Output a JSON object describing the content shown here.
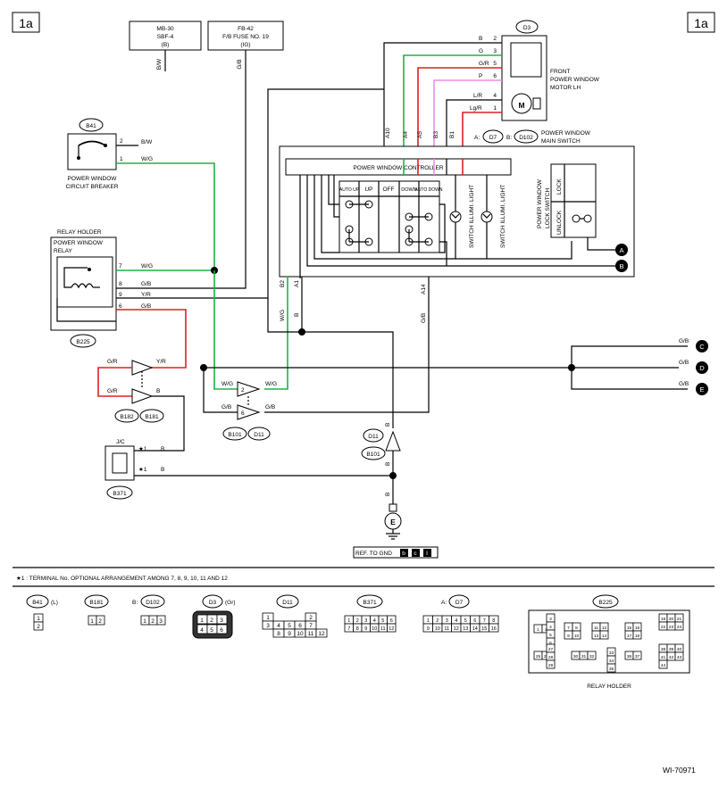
{
  "page_labels": {
    "corner_left": "1a",
    "corner_right": "1a",
    "figure_id": "WI-70971"
  },
  "fuses": {
    "mb30": {
      "line1": "MB-30",
      "line2": "SBF-4",
      "line3": "(B)",
      "wire": "B/W"
    },
    "fb42": {
      "line1": "FB-42",
      "line2": "F/B FUSE NO. 19",
      "line3": "(IG)",
      "wire": "G/B"
    }
  },
  "connectors": {
    "b41": "B41",
    "d3": "D3",
    "b225": "B225",
    "b182": "B182",
    "b181": "B181",
    "b101": "B101",
    "d11": "D11",
    "b371": "B371",
    "d7": "D7",
    "d102": "D102",
    "d7_prefix": "A:",
    "d102_prefix": "B:"
  },
  "components": {
    "circuit_breaker": {
      "line1": "POWER WINDOW",
      "line2": "CIRCUIT BREAKER"
    },
    "relay_holder": "RELAY HOLDER",
    "relay": {
      "line1": "POWER WINDOW",
      "line2": "RELAY"
    },
    "motor": {
      "line1": "FRONT",
      "line2": "POWER WINDOW",
      "line3": "MOTOR LH",
      "symbol": "M"
    },
    "main_switch": {
      "line1": "POWER WINDOW",
      "line2": "MAIN SWITCH"
    },
    "controller": "POWER WINDOW CONTROLLER",
    "switch_positions": [
      "AUTO UP",
      "UP",
      "OFF",
      "DOWN",
      "AUTO DOWN"
    ],
    "illum_light": "SWITCH ILLUMI. LIGHT",
    "lock_switch": {
      "line1": "POWER WINDOW",
      "line2": "LOCK SWITCH",
      "lock": "LOCK",
      "unlock": "UNLOCK"
    },
    "jc": "J/C",
    "ground": "E"
  },
  "wires": {
    "b41_pins": [
      {
        "pin": "2",
        "color": "B/W"
      },
      {
        "pin": "1",
        "color": "W/G"
      }
    ],
    "relay_pins": [
      {
        "pin": "7",
        "color": "W/G"
      },
      {
        "pin": "8",
        "color": "G/B"
      },
      {
        "pin": "9",
        "color": "Y/R"
      },
      {
        "pin": "6",
        "color": "G/B"
      }
    ],
    "motor_pins": [
      {
        "pin": "2",
        "color": "B"
      },
      {
        "pin": "3",
        "color": "G"
      },
      {
        "pin": "5",
        "color": "G/R"
      },
      {
        "pin": "6",
        "color": "P"
      },
      {
        "pin": "4",
        "color": "L/R"
      },
      {
        "pin": "1",
        "color": "Lg/R"
      }
    ],
    "switch_top_pins": [
      "A10",
      "A4",
      "A5",
      "B3",
      "B1"
    ],
    "switch_bottom_pins": [
      "B2",
      "A1",
      "A14"
    ],
    "vert_colors": {
      "wg": "W/G",
      "b": "B",
      "gb": "G/B"
    },
    "b182": {
      "gr1": "G/R",
      "yr": "Y/R",
      "gr2": "G/R",
      "b": "B"
    },
    "b101": {
      "wg_in": "W/G",
      "wg_out": "W/G",
      "gb_in": "G/B",
      "gb_out": "G/B",
      "pin2": "2",
      "pin6": "6"
    },
    "jc_pins": [
      {
        "mark": "★1",
        "color": "B"
      },
      {
        "mark": "★1",
        "color": "B"
      }
    ],
    "ground_colors": [
      "B",
      "B",
      "B"
    ],
    "out_colors": [
      "G/B",
      "G/B",
      "G/B"
    ]
  },
  "markers": [
    "A",
    "B",
    "C",
    "D",
    "E"
  ],
  "ref_gnd": {
    "label": "REF. TO GND",
    "boxes": [
      "b",
      "c",
      "I"
    ]
  },
  "footnote": "★1 : TERMINAL No. OPTIONAL ARRANGEMENT AMONG 7, 8, 9, 10, 11 AND 12",
  "connector_views": {
    "b41": {
      "label": "B41",
      "suffix": "(L)",
      "pins": [
        "1",
        "2"
      ]
    },
    "b181": {
      "label": "B181",
      "pins": [
        "1",
        "2"
      ]
    },
    "d102": {
      "label": "D102",
      "prefix": "B:",
      "pins": [
        "1",
        "2",
        "3"
      ]
    },
    "d3": {
      "label": "D3",
      "suffix": "(Gr)",
      "pins": [
        "1",
        "2",
        "3",
        "4",
        "5",
        "6"
      ]
    },
    "d11": {
      "label": "D11",
      "pins": [
        "1",
        "2",
        "3",
        "4",
        "5",
        "6",
        "7",
        "8",
        "9",
        "10",
        "11",
        "12"
      ]
    },
    "b371": {
      "label": "B371",
      "pins": [
        "1",
        "2",
        "3",
        "4",
        "5",
        "6",
        "7",
        "8",
        "9",
        "10",
        "11",
        "12"
      ]
    },
    "d7": {
      "label": "D7",
      "prefix": "A:",
      "pins": [
        "1",
        "2",
        "3",
        "4",
        "5",
        "6",
        "7",
        "8",
        "9",
        "10",
        "11",
        "12",
        "13",
        "14",
        "15",
        "16"
      ]
    },
    "b225": {
      "label": "B225",
      "footer": "RELAY HOLDER",
      "pins": [
        "1",
        "2",
        "3",
        "4",
        "5",
        "6",
        "7",
        "8",
        "9",
        "10",
        "11",
        "12",
        "13",
        "14",
        "15",
        "16",
        "17",
        "18",
        "19",
        "20",
        "21",
        "22",
        "23",
        "24",
        "25",
        "26",
        "27",
        "28",
        "29",
        "30",
        "31",
        "32",
        "33",
        "34",
        "35",
        "36",
        "37",
        "38",
        "39",
        "40",
        "41",
        "42",
        "43",
        "44"
      ]
    }
  }
}
